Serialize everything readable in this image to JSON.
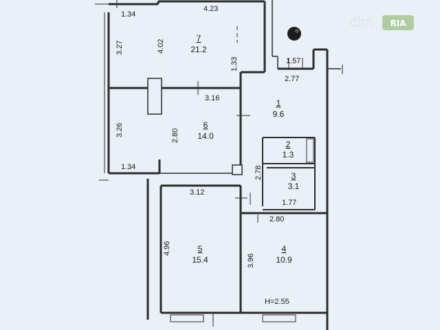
{
  "plan": {
    "dimensions": {
      "top_left": "1.34",
      "top_mid": "4.23",
      "room7_side": "3.27",
      "room7_depth": "4.02",
      "room7_inner": "1.33",
      "right_small": "1.57",
      "corridor_w": "2.77",
      "room6_top": "3.16",
      "room6_side": "3.26",
      "room6_depth": "2.80",
      "bottom_left": "1.34",
      "room3_side": "2.78",
      "room5_top": "3.12",
      "room3_bottom": "1.77",
      "room4_top": "2.80",
      "room5_side": "4.96",
      "room4_side": "3.96",
      "height": "H=2.55"
    },
    "rooms": [
      {
        "number": "7",
        "area": "21.2"
      },
      {
        "number": "1",
        "area": "9.6"
      },
      {
        "number": "6",
        "area": "14.0"
      },
      {
        "number": "2",
        "area": "1.3"
      },
      {
        "number": "3",
        "area": "3.1"
      },
      {
        "number": "5",
        "area": "15.4"
      },
      {
        "number": "4",
        "area": "10.9"
      }
    ]
  },
  "watermark": {
    "brand": "dim",
    "badge": "RIA",
    "colors": {
      "text": "#ffffff",
      "badge_bg": "#6f9f3a"
    }
  }
}
